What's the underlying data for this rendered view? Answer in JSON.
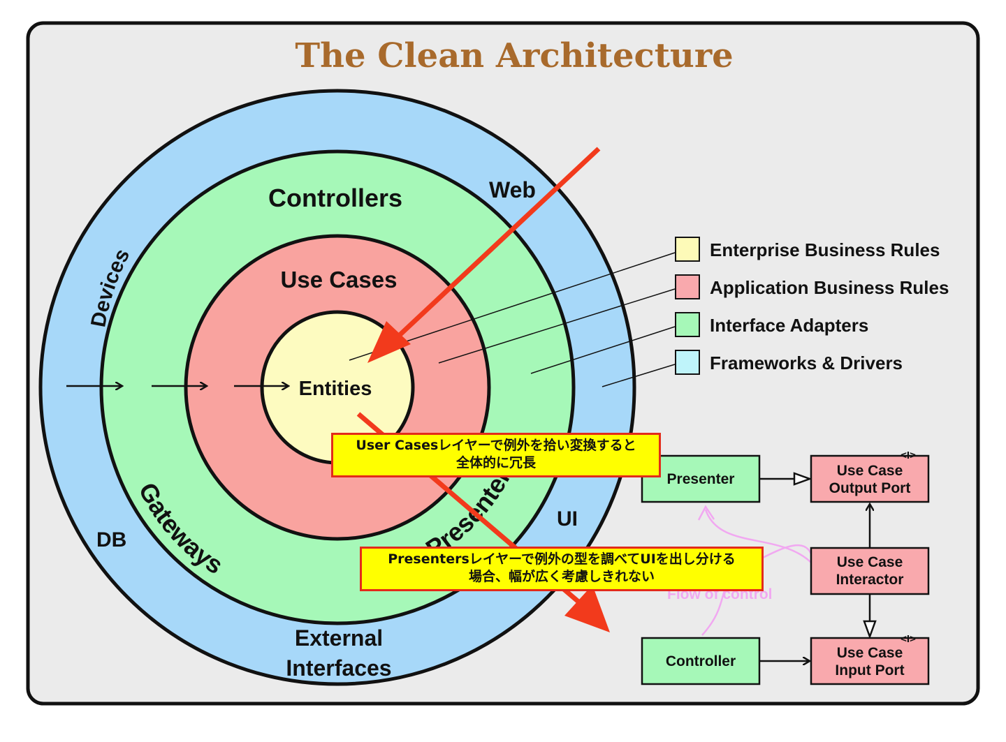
{
  "title": "The Clean Architecture",
  "rings": {
    "outer": {
      "labels": [
        "Devices",
        "Web",
        "DB",
        "UI",
        "External",
        "Interfaces"
      ]
    },
    "adapters": {
      "labels": [
        "Controllers",
        "Gateways",
        "Presenters"
      ]
    },
    "use_cases": {
      "label": "Use Cases"
    },
    "entities": {
      "label": "Entities"
    }
  },
  "legend": [
    {
      "label": "Enterprise Business Rules",
      "color": "#fdfab8"
    },
    {
      "label": "Application Business Rules",
      "color": "#f9a9ad"
    },
    {
      "label": "Interface Adapters",
      "color": "#a6f8b8"
    },
    {
      "label": "Frameworks & Drivers",
      "color": "#bff4fa"
    }
  ],
  "flow": {
    "presenter": "Presenter",
    "output_port": [
      "Use Case",
      "Output Port"
    ],
    "interactor": [
      "Use Case",
      "Interactor"
    ],
    "controller": "Controller",
    "input_port": [
      "Use Case",
      "Input Port"
    ],
    "interface_marker": "<I>",
    "flow_label": "Flow of control"
  },
  "notes": [
    {
      "lines": [
        "User Casesレイヤーで例外を拾い変換すると",
        "全体的に冗長"
      ]
    },
    {
      "lines": [
        "Presentersレイヤーで例外の型を調べてUIを出し分ける",
        "場合、幅が広く考慮しきれない"
      ]
    }
  ],
  "colors": {
    "frame_bg": "#ebebeb",
    "outer_ring": "#a7d8f9",
    "adapters_ring": "#a6f8b8",
    "use_cases_ring": "#f9a39f",
    "entities": "#fdfbc0",
    "arrow_red": "#f23a1c",
    "flow_pink": "#f1a8f1"
  }
}
